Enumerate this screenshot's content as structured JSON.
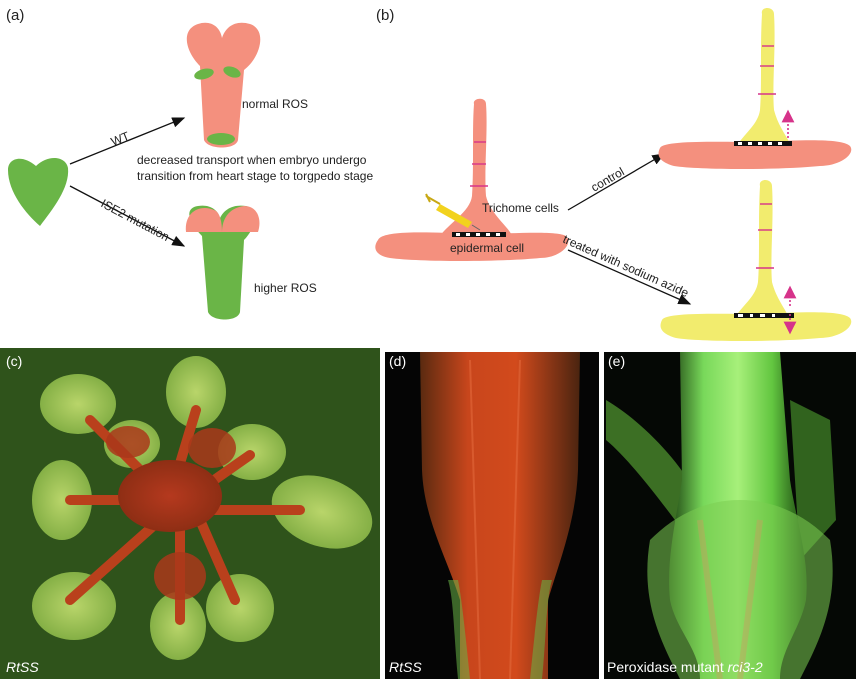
{
  "panel_a": {
    "label": "(a)",
    "arrow_top_label": "WT",
    "arrow_bottom_label": "ISE2 mutation",
    "top_result": "normal ROS",
    "bottom_result": "higher ROS",
    "note_line1": "decreased transport when embryo undergo",
    "note_line2": "transition from heart stage to torgpedo stage"
  },
  "panel_b": {
    "label": "(b)",
    "trichome_label": "Trichome cells",
    "epidermal_label": "epidermal cell",
    "arrow_top_label": "control",
    "arrow_bottom_label": "treated with sodium azide"
  },
  "panel_c": {
    "label": "(c)",
    "caption": "RtSS"
  },
  "panel_d": {
    "label": "(d)",
    "caption": "RtSS"
  },
  "panel_e": {
    "label": "(e)",
    "caption_prefix": "Peroxidase mutant ",
    "caption_italic": "rci3-2"
  },
  "colors": {
    "salmon": "#f4907e",
    "green": "#6ab547",
    "yellow": "#f2ec6e",
    "magenta": "#d6338a"
  }
}
